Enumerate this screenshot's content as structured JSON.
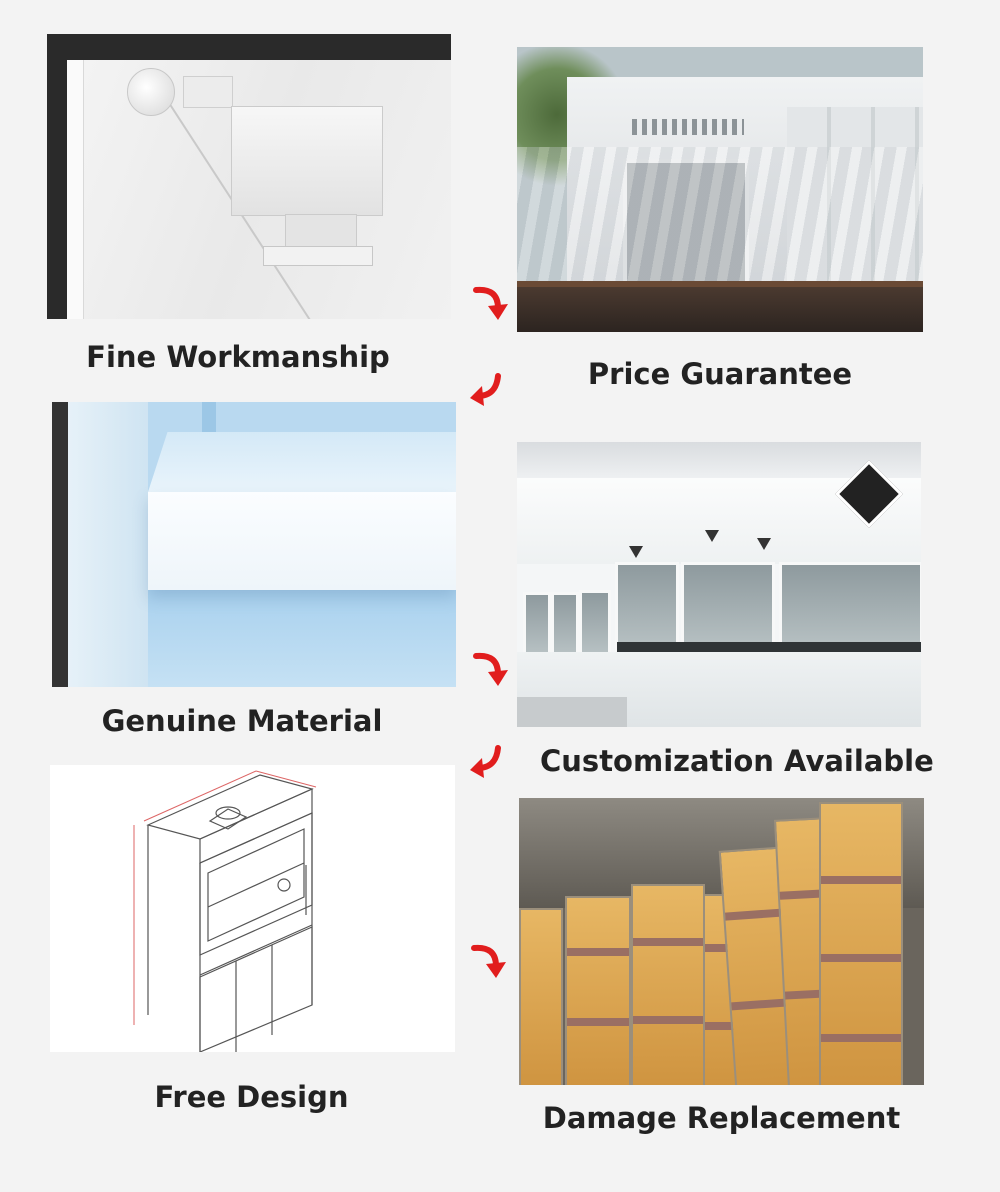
{
  "features": [
    {
      "id": "fine-workmanship",
      "caption": "Fine Workmanship"
    },
    {
      "id": "price-guarantee",
      "caption": "Price Guarantee"
    },
    {
      "id": "genuine-material",
      "caption": "Genuine Material"
    },
    {
      "id": "customization-available",
      "caption": "Customization Available"
    },
    {
      "id": "free-design",
      "caption": "Free Design"
    },
    {
      "id": "damage-replacement",
      "caption": "Damage Replacement"
    }
  ],
  "colors": {
    "background": "#f3f3f3",
    "caption_text": "#222222",
    "arrow": "#e11d1d"
  },
  "icons": [
    "curved-arrow-icon"
  ]
}
